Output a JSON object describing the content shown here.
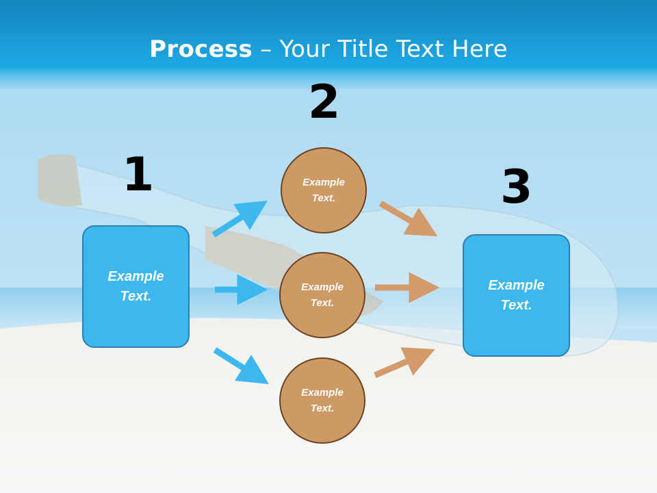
{
  "slide": {
    "title_bold": "Process",
    "title_rest": " – Your Title Text Here"
  },
  "steps": {
    "step1_number": "1",
    "step2_number": "2",
    "step3_number": "3"
  },
  "nodes": {
    "left_box_text": "Example Text.",
    "circle_top_text": "Example Text.",
    "circle_middle_text": "Example Text.",
    "circle_bottom_text": "Example Text.",
    "right_box_text": "Example Text."
  },
  "colors": {
    "blue_arrow": "#3db8ee",
    "orange_arrow": "#d39b6b",
    "box_fill": "#3db8ee",
    "circle_fill": "#cd9a66",
    "title_bar": "#1aa3e0"
  },
  "background": {
    "description_icon": "message-in-bottle-beach-image"
  }
}
